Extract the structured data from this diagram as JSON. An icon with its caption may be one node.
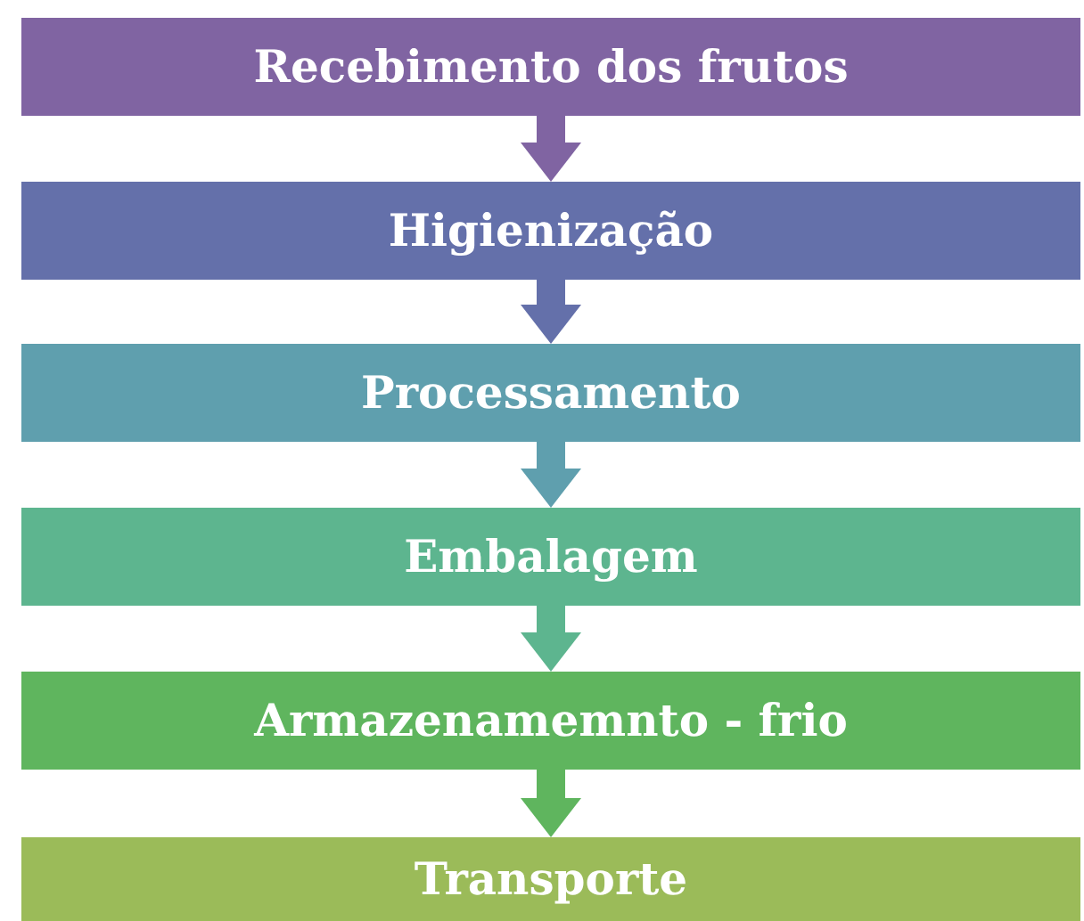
{
  "diagram": {
    "nodes": [
      {
        "text": [
          "Recebimento dos frutos"
        ]
      },
      {
        "text": [
          "Higienização"
        ]
      },
      {
        "text": [
          "Processamento"
        ]
      },
      {
        "text": [
          "Embalagem"
        ]
      },
      {
        "text": [
          "Armazenamemnto - frio"
        ]
      },
      {
        "text": [
          "Transporte"
        ]
      }
    ],
    "edges": [
      {
        "from": 0,
        "to": 1,
        "arrow": "to",
        "color": "#8064a2"
      },
      {
        "from": 1,
        "to": 2,
        "arrow": "to",
        "color": "#6470aa"
      },
      {
        "from": 2,
        "to": 3,
        "arrow": "to",
        "color": "#5f9fae"
      },
      {
        "from": 3,
        "to": 4,
        "arrow": "to",
        "color": "#5db58f"
      },
      {
        "from": 4,
        "to": 5,
        "arrow": "to",
        "color": "#5fb55e"
      }
    ]
  }
}
